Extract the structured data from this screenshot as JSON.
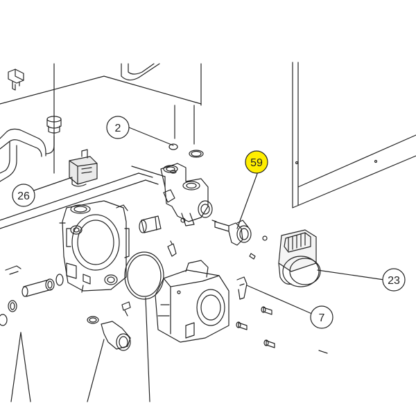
{
  "diagram": {
    "callouts": [
      {
        "id": "2",
        "label": "2",
        "highlight": false
      },
      {
        "id": "26",
        "label": "26",
        "highlight": false
      },
      {
        "id": "59",
        "label": "59",
        "highlight": true
      },
      {
        "id": "23",
        "label": "23",
        "highlight": false
      },
      {
        "id": "7",
        "label": "7",
        "highlight": false
      }
    ],
    "colors": {
      "line": "#222222",
      "highlight_fill": "#ffee00",
      "callout_fill": "#ffffff",
      "background": "#ffffff"
    }
  }
}
